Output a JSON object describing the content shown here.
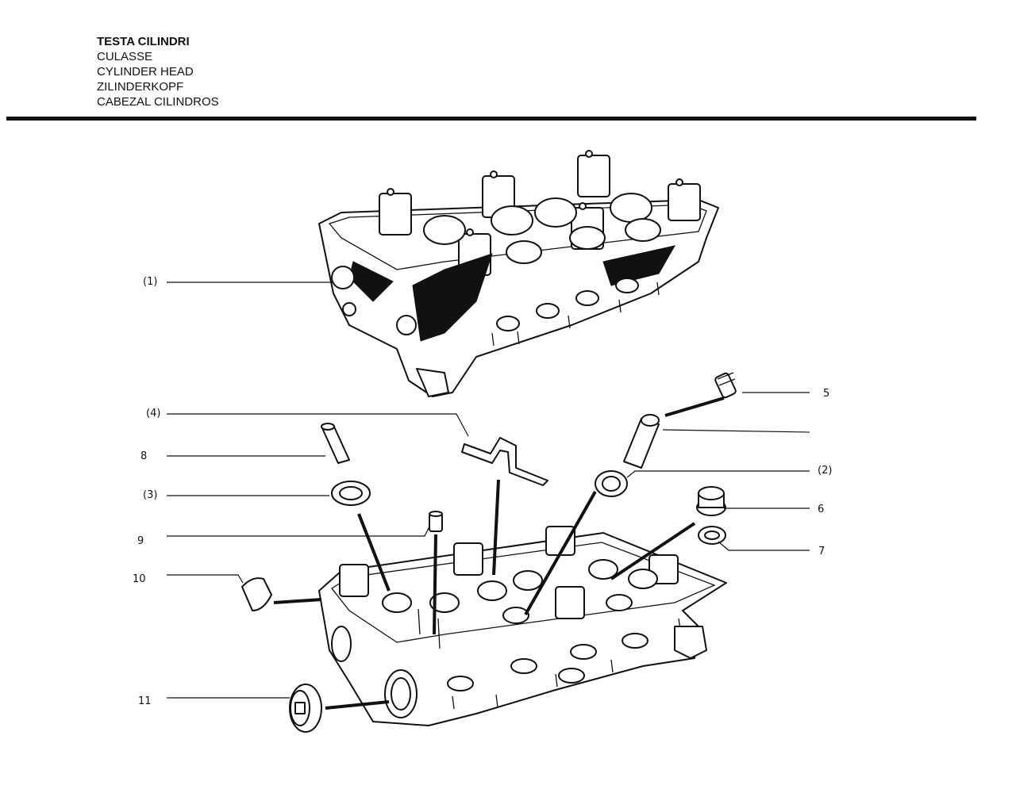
{
  "header": {
    "lines": [
      "TESTA CILINDRI",
      "CULASSE",
      "CYLINDER HEAD",
      "ZILINDERKOPF",
      "CABEZAL CILINDROS"
    ]
  },
  "callouts": {
    "c1": "(1)",
    "c4": "(4)",
    "c8": "8",
    "c3": "(3)",
    "c9": "9",
    "c10": "10",
    "c11": "11",
    "c5": "5",
    "c2": "(2)",
    "c6": "6",
    "c7": "7"
  }
}
